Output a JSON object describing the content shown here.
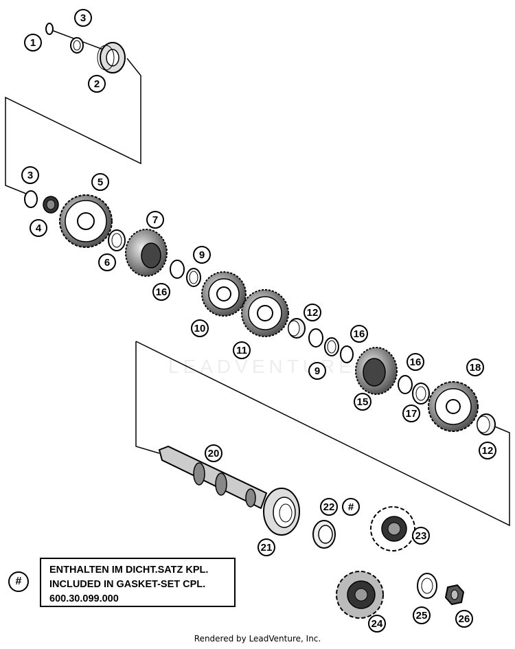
{
  "diagram": {
    "watermark": "LEADVENTURE",
    "note": {
      "symbol": "#",
      "line1": "ENTHALTEN IM DICHT.SATZ KPL.",
      "line2": "INCLUDED IN GASKET-SET CPL.",
      "line3": "600.30.099.000"
    },
    "callouts": {
      "c1": "1",
      "c2": "2",
      "c3a": "3",
      "c3b": "3",
      "c4": "4",
      "c5": "5",
      "c6": "6",
      "c7": "7",
      "c9a": "9",
      "c9b": "9",
      "c10": "10",
      "c11": "11",
      "c12a": "12",
      "c12b": "12",
      "c15": "15",
      "c16a": "16",
      "c16b": "16",
      "c16c": "16",
      "c17": "17",
      "c18": "18",
      "c20": "20",
      "c21": "21",
      "c22": "22",
      "c22hash": "#",
      "c23": "23",
      "c24": "24",
      "c25": "25",
      "c26": "26"
    },
    "footer": "Rendered by LeadVenture, Inc."
  }
}
